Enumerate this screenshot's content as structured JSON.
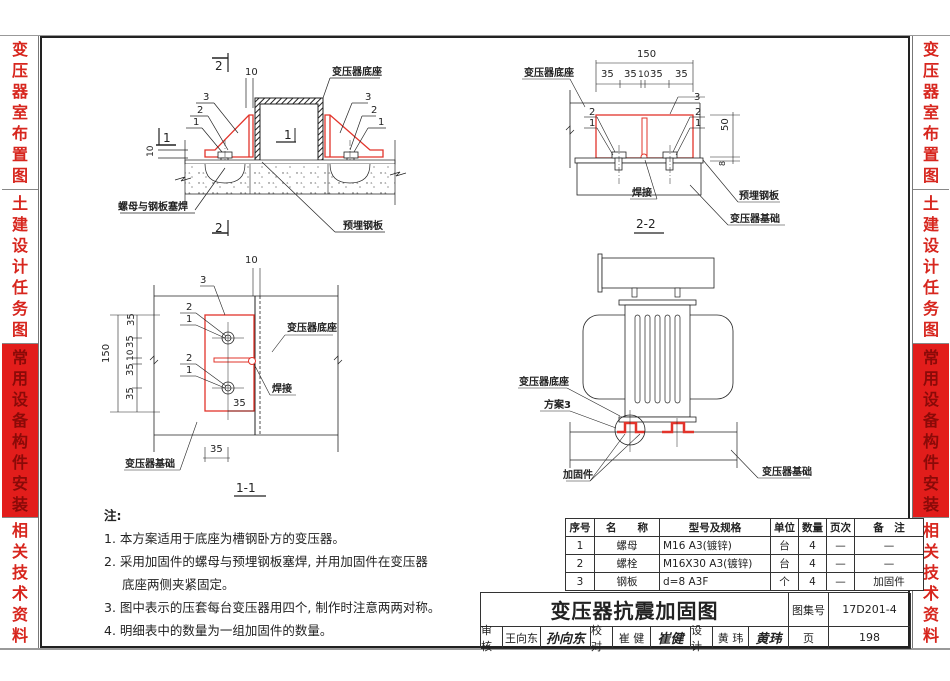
{
  "side_tabs": [
    {
      "label": "变压器室布置图",
      "active": false
    },
    {
      "label": "土建设计任务图",
      "active": false
    },
    {
      "label": "常用设备构件安装",
      "active": true
    },
    {
      "label": "相关技术资料",
      "active": false
    }
  ],
  "colors": {
    "accent_red": "#e21d1b",
    "tab_text": "#d7261e",
    "drawing_red": "#e2342b",
    "line": "#222222"
  },
  "view_top_left": {
    "section_mark_top": "2",
    "section_mark_bottom": "2",
    "section_mark_left": "1",
    "section_mark_center": "1",
    "dim_10_top": "10",
    "dim_10_left": "10",
    "callouts_left": [
      "3",
      "2",
      "1"
    ],
    "callouts_right": [
      "3",
      "2",
      "1"
    ],
    "label_base": "变压器底座",
    "label_weld_nut": "螺母与钢板塞焊",
    "label_embedded_plate": "预埋钢板"
  },
  "view_1_1": {
    "title": "1-1",
    "dim_10_top": "10",
    "dim_total": "150",
    "dims_vertical": [
      "35",
      "35",
      "10",
      "35",
      "35"
    ],
    "dim_35_inner": "35",
    "dim_35_bottom": "35",
    "callouts": [
      "3",
      "2",
      "1",
      "2",
      "1"
    ],
    "label_base": "变压器底座",
    "label_weld": "焊接",
    "label_foundation": "变压器基础"
  },
  "view_2_2": {
    "title": "2-2",
    "dim_total": "150",
    "dims_horizontal": [
      "35",
      "35",
      "10",
      "35",
      "35"
    ],
    "dim_50": "50",
    "dim_8": "8",
    "callouts": [
      "3",
      "2",
      "1",
      "2",
      "1"
    ],
    "label_base": "变压器底座",
    "label_weld": "焊接",
    "label_embedded_plate": "预埋钢板",
    "label_foundation": "变压器基础"
  },
  "view_transformer": {
    "label_base": "变压器底座",
    "label_scheme": "方案3",
    "label_fixing": "加固件",
    "label_foundation": "变压器基础"
  },
  "notes": {
    "heading": "注:",
    "items": [
      "1. 本方案适用于底座为槽钢卧方的变压器。",
      "2. 采用加固件的螺母与预埋钢板塞焊, 并用加固件在变压器",
      "底座两侧夹紧固定。",
      "3. 图中表示的压套每台变压器用四个, 制作时注意两两对称。",
      "4. 明细表中的数量为一组加固件的数量。"
    ]
  },
  "bom": {
    "headers": [
      "序号",
      "名　　称",
      "型号及规格",
      "单位",
      "数量",
      "页次",
      "备　注"
    ],
    "rows": [
      [
        "1",
        "螺母",
        "M16  A3(镀锌)",
        "台",
        "4",
        "—",
        "—"
      ],
      [
        "2",
        "螺栓",
        "M16X30  A3(镀锌)",
        "台",
        "4",
        "—",
        "—"
      ],
      [
        "3",
        "钢板",
        "d=8  A3F",
        "个",
        "4",
        "—",
        "加固件"
      ]
    ]
  },
  "title_block": {
    "title": "变压器抗震加固图",
    "atlas_label": "图集号",
    "atlas_no": "17D201-4",
    "page_label": "页",
    "page_no": "198",
    "review_label": "审核",
    "reviewer": "王向东",
    "reviewer_sig": "孙向东",
    "check_label": "校对",
    "checker": "崔 健",
    "checker_sig": "崔健",
    "design_label": "设计",
    "designer": "黄 玮",
    "designer_sig": "黄玮"
  }
}
